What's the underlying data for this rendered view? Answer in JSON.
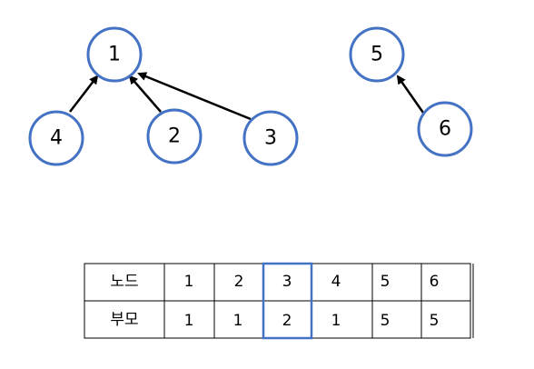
{
  "diagram": {
    "nodes": [
      {
        "id": "1",
        "label": "1"
      },
      {
        "id": "4",
        "label": "4"
      },
      {
        "id": "2",
        "label": "2"
      },
      {
        "id": "3",
        "label": "3"
      },
      {
        "id": "5",
        "label": "5"
      },
      {
        "id": "6",
        "label": "6"
      }
    ],
    "edges": [
      {
        "from": "4",
        "to": "1"
      },
      {
        "from": "2",
        "to": "1"
      },
      {
        "from": "3",
        "to": "1"
      },
      {
        "from": "6",
        "to": "5"
      }
    ],
    "node_stroke_color": "#4472C4",
    "arrow_color": "#000000"
  },
  "table": {
    "rows": [
      {
        "header": "노드",
        "values": [
          "1",
          "2",
          "3",
          "4",
          "5",
          "6"
        ]
      },
      {
        "header": "부모",
        "values": [
          "1",
          "1",
          "2",
          "1",
          "5",
          "5"
        ]
      }
    ],
    "highlight_column": 3,
    "highlight_color": "#4472C4"
  }
}
